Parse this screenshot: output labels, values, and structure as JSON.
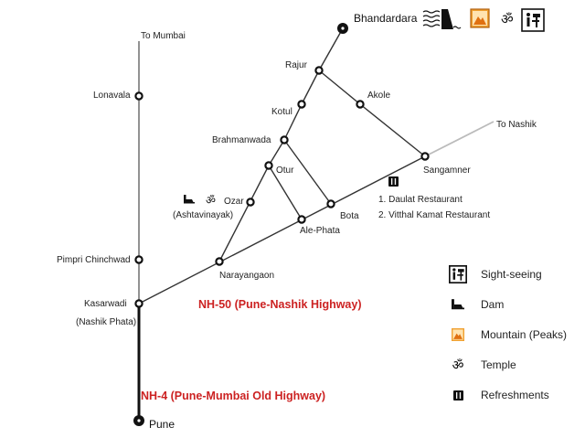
{
  "places": {
    "bhandardara": "Bhandardara",
    "rajur": "Rajur",
    "akole": "Akole",
    "kotul": "Kotul",
    "brahmanwada": "Brahmanwada",
    "otur": "Otur",
    "sangamner": "Sangamner",
    "ozar": "Ozar",
    "ashtavinayak": "(Ashtavinayak)",
    "bota": "Bota",
    "ale_phata": "Ale-Phata",
    "narayangaon": "Narayangaon",
    "lonavala": "Lonavala",
    "pimpri_chinchwad": "Pimpri Chinchwad",
    "kasarwadi": "Kasarwadi",
    "nashik_phata": "(Nashik Phata)",
    "pune": "Pune"
  },
  "directions": {
    "to_mumbai": "To Mumbai",
    "to_nashik": "To Nashik"
  },
  "highways": {
    "nh50": "NH-50 (Pune-Nashik Highway)",
    "nh4": "NH-4 (Pune-Mumbai Old Highway)"
  },
  "restaurants": [
    "1. Daulat Restaurant",
    "2. Vitthal Kamat Restaurant"
  ],
  "legend": [
    {
      "icon": "sightseeing-icon",
      "label": "Sight-seeing"
    },
    {
      "icon": "dam-icon",
      "label": "Dam"
    },
    {
      "icon": "mountain-icon",
      "label": "Mountain (Peaks)"
    },
    {
      "icon": "temple-icon",
      "label": "Temple"
    },
    {
      "icon": "refreshments-icon",
      "label": "Refreshments"
    }
  ],
  "colors": {
    "road": "#333333",
    "nh4_road": "#111111",
    "highway_label": "#cc2222",
    "nashik_extension": "#bbbbbb",
    "mountain": "#e8901a"
  }
}
